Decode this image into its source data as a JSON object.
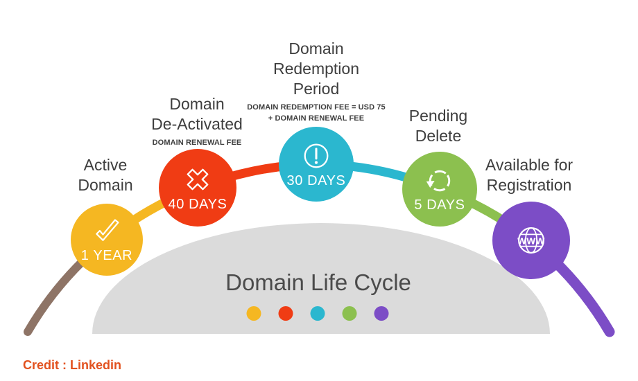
{
  "diagram": {
    "title": "Domain Life Cycle",
    "title_color": "#4b4b4b",
    "dome_color": "#dbdbdb",
    "credit": "Credit : Linkedin",
    "credit_color": "#e2511e"
  },
  "stages": [
    {
      "name": "active-domain",
      "label_lines": [
        "Active",
        "Domain"
      ],
      "sublabel_lines": [],
      "badge": "1 YEAR",
      "color": "#F5B722",
      "icon": "check-icon"
    },
    {
      "name": "domain-deactivated",
      "label_lines": [
        "Domain",
        "De-Activated"
      ],
      "sublabel_lines": [
        "DOMAIN RENEWAL FEE"
      ],
      "badge": "40 DAYS",
      "color": "#F03C14",
      "icon": "x-icon"
    },
    {
      "name": "domain-redemption-period",
      "label_lines": [
        "Domain",
        "Redemption",
        "Period"
      ],
      "sublabel_lines": [
        "DOMAIN REDEMPTION FEE = USD 75",
        "+ DOMAIN RENEWAL FEE"
      ],
      "badge": "30 DAYS",
      "color": "#2BB7CF",
      "icon": "exclamation-icon"
    },
    {
      "name": "pending-delete",
      "label_lines": [
        "Pending",
        "Delete"
      ],
      "sublabel_lines": [],
      "badge": "5 DAYS",
      "color": "#8CC04F",
      "icon": "refresh-icon"
    },
    {
      "name": "available-for-registration",
      "label_lines": [
        "Available for",
        "Registration"
      ],
      "sublabel_lines": [],
      "badge": "",
      "color": "#7C4DC6",
      "icon": "globe-icon",
      "icon_text": "www"
    }
  ],
  "arc": {
    "segments": [
      {
        "name": "tail-left",
        "color": "#8E7466"
      },
      {
        "name": "active-to-deactivated",
        "color": "#F5B722"
      },
      {
        "name": "deactivated-to-redemption",
        "color": "#F03C14"
      },
      {
        "name": "redemption-to-pending",
        "color": "#2BB7CF"
      },
      {
        "name": "pending-to-available",
        "color": "#8CC04F"
      },
      {
        "name": "tail-right",
        "color": "#7C4DC6"
      }
    ]
  },
  "legend_dots": [
    "#F5B722",
    "#F03C14",
    "#2BB7CF",
    "#8CC04F",
    "#7C4DC6"
  ]
}
